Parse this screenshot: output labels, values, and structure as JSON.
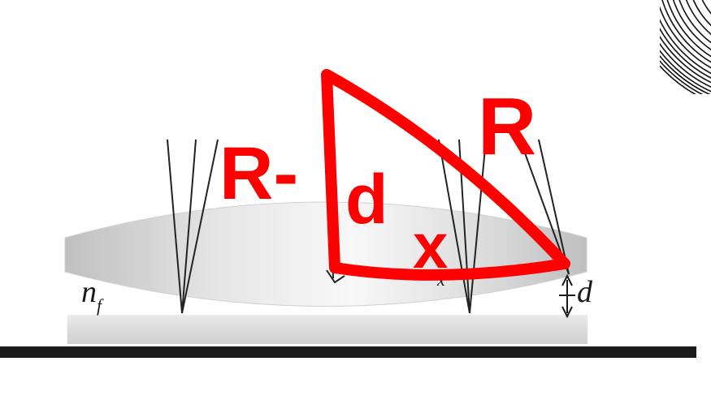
{
  "diagram": {
    "labels": {
      "refractive_index": "n",
      "refractive_index_sub": "f",
      "gap_thickness": "d",
      "partial_x_mark": "x"
    },
    "annotations": {
      "radius_minus_gap": "R-",
      "gap_in_triangle": "d",
      "half_width": "x",
      "radius": "R"
    },
    "colors": {
      "annotation": "#ff0000",
      "ink": "#1a1a1a",
      "ground_bar": "#1a1a1a",
      "lens_light": "#f4f4f4",
      "lens_dark": "#bdbdbd",
      "plate": "#d6d6d6"
    },
    "icons": {
      "arrow": "double-headed-arrow-icon",
      "corner_figure": "interference-fringes-icon"
    }
  }
}
